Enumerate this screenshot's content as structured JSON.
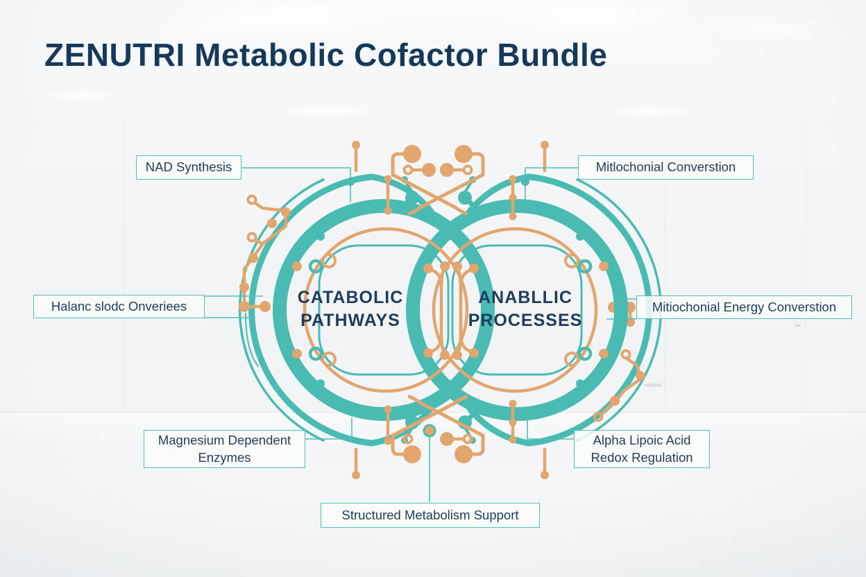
{
  "title": "ZENUTRI Metabolic Cofactor Bundle",
  "colors": {
    "teal": "#4ABBB2",
    "orange": "#E2A56E",
    "navy": "#1E3C5B",
    "box_border": "#52C0B8",
    "background": "#F3F5F6"
  },
  "venn": {
    "left_label_line1": "CATABOLIC",
    "left_label_line2": "PATHWAYS",
    "right_label_line1": "ANABLLIC",
    "right_label_line2": "PROCESSES"
  },
  "callouts": {
    "top_left": "NAD Synthesis",
    "top_right": "Mitlochonial Converstion",
    "mid_left": "Halanc slodc Onveriees",
    "mid_right": "Mitiochonial Energy Converstion",
    "bottom_left_line1": "Magnesium Dependent",
    "bottom_left_line2": "Enzymes",
    "bottom_right_line1": "Alpha Lipoic Acid",
    "bottom_right_line2": "Redox Regulation",
    "bottom_center": "Structured Metabolism Support"
  }
}
